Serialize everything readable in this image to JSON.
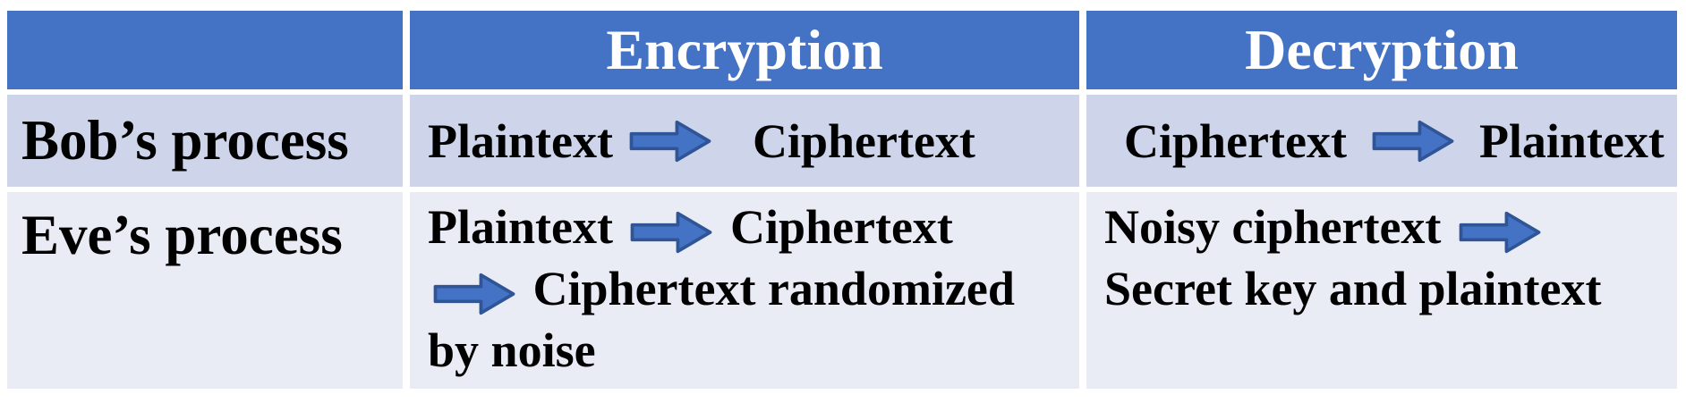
{
  "colors": {
    "header_bg": "#4472C4",
    "row1_bg": "#CED5EA",
    "row2_bg": "#E9EBF5",
    "header_text": "#FFFFFF",
    "body_text": "#000000",
    "arrow_fill": "#4472C4",
    "arrow_stroke": "#2F5597",
    "page_bg": "#FFFFFF"
  },
  "icons": {
    "arrow": "right-block-arrow"
  },
  "table": {
    "corner_label": "",
    "columns": [
      {
        "label": "Encryption"
      },
      {
        "label": "Decryption"
      }
    ],
    "rows": [
      {
        "label": "Bob’s process",
        "encryption": {
          "before_arrow": "Plaintext",
          "after_arrow": "Ciphertext"
        },
        "decryption": {
          "before_arrow": "Ciphertext",
          "after_arrow": "Plaintext"
        }
      },
      {
        "label": "Eve’s process",
        "encryption": {
          "part1": "Plaintext",
          "part2": "Ciphertext",
          "part3": "Ciphertext randomized by noise"
        },
        "decryption": {
          "before_arrow": "Noisy ciphertext",
          "after_arrow": "Secret key and plaintext"
        }
      }
    ]
  }
}
